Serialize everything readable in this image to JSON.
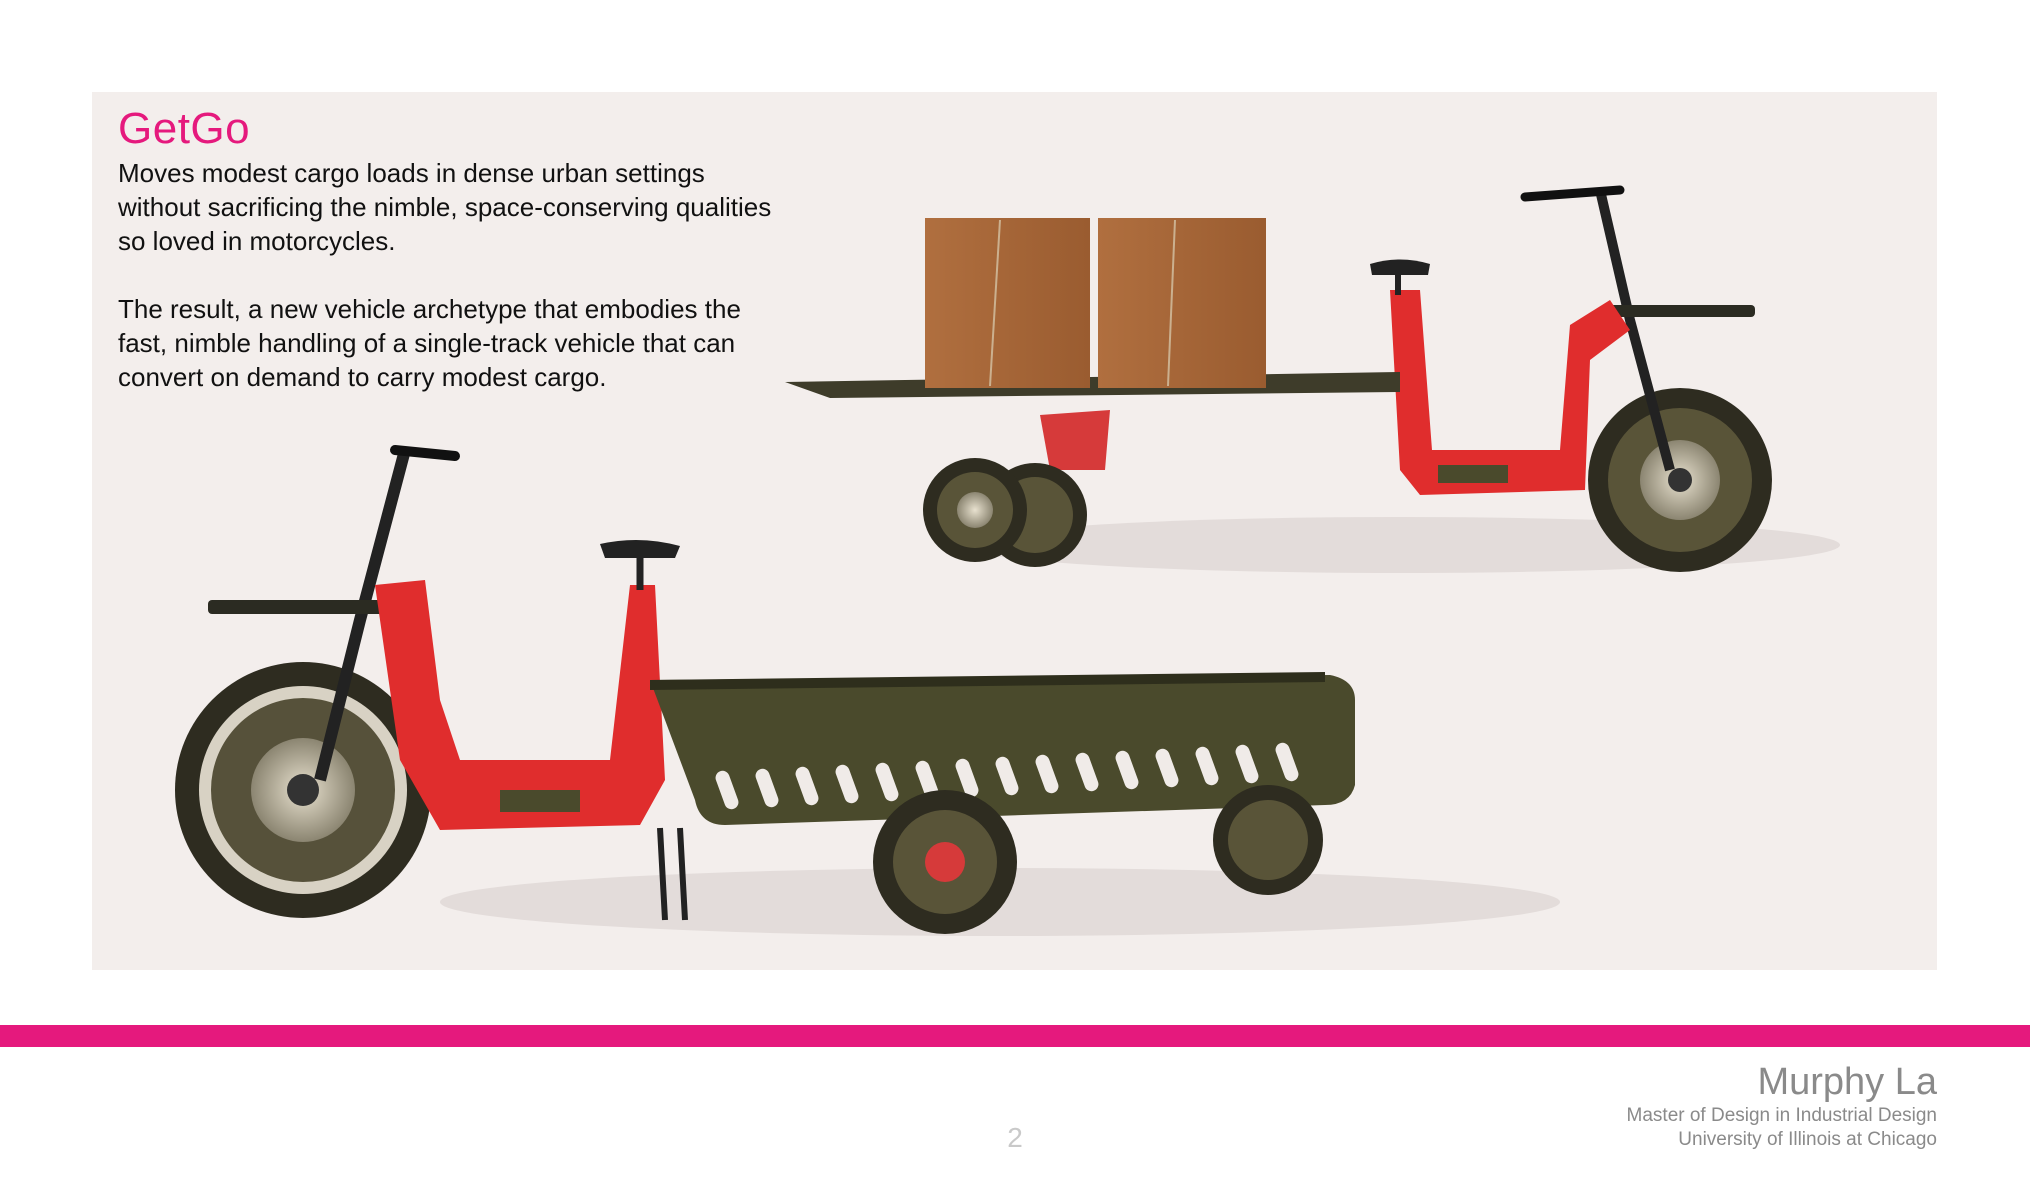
{
  "slide": {
    "title": "GetGo",
    "paragraphs": [
      "Moves modest cargo loads in dense urban settings without sacrificing the nimble, space-conserving qualities so loved in motorcycles.",
      "The result, a new vehicle archetype that embodies the fast, nimble handling of a single-track vehicle that can convert on demand to carry modest cargo."
    ],
    "colors": {
      "accent": "#e5197d",
      "frame_red": "#e02d2d",
      "tray_olive": "#4a4a2c",
      "box_brown": "#a8673a",
      "panel_bg": "#f3eeec"
    }
  },
  "footer": {
    "author": "Murphy La",
    "program": "Master of Design in Industrial Design",
    "school": "University of Illinois at Chicago",
    "page_number": "2"
  }
}
